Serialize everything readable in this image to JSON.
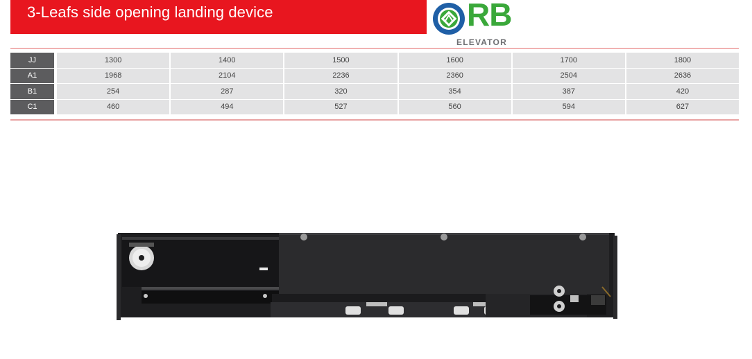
{
  "header": {
    "title": "3-Leafs side opening landing device"
  },
  "logo": {
    "letters": "RB",
    "subtitle": "ELEVATOR",
    "colors": {
      "ring_blue": "#1f5fa6",
      "green": "#3aa83a",
      "grey": "#6d6e71"
    }
  },
  "spec_table": {
    "rows": [
      {
        "label": "JJ",
        "values": [
          "1300",
          "1400",
          "1500",
          "1600",
          "1700",
          "1800"
        ]
      },
      {
        "label": "A1",
        "values": [
          "1968",
          "2104",
          "2236",
          "2360",
          "2504",
          "2636"
        ]
      },
      {
        "label": "B1",
        "values": [
          "254",
          "287",
          "320",
          "354",
          "387",
          "420"
        ]
      },
      {
        "label": "C1",
        "values": [
          "460",
          "494",
          "527",
          "560",
          "594",
          "627"
        ]
      }
    ]
  },
  "colors": {
    "accent_red": "#e8161f",
    "row_header_bg": "#5c5c5e",
    "cell_bg": "#e3e3e4",
    "device_body": "#2b2b2d"
  }
}
